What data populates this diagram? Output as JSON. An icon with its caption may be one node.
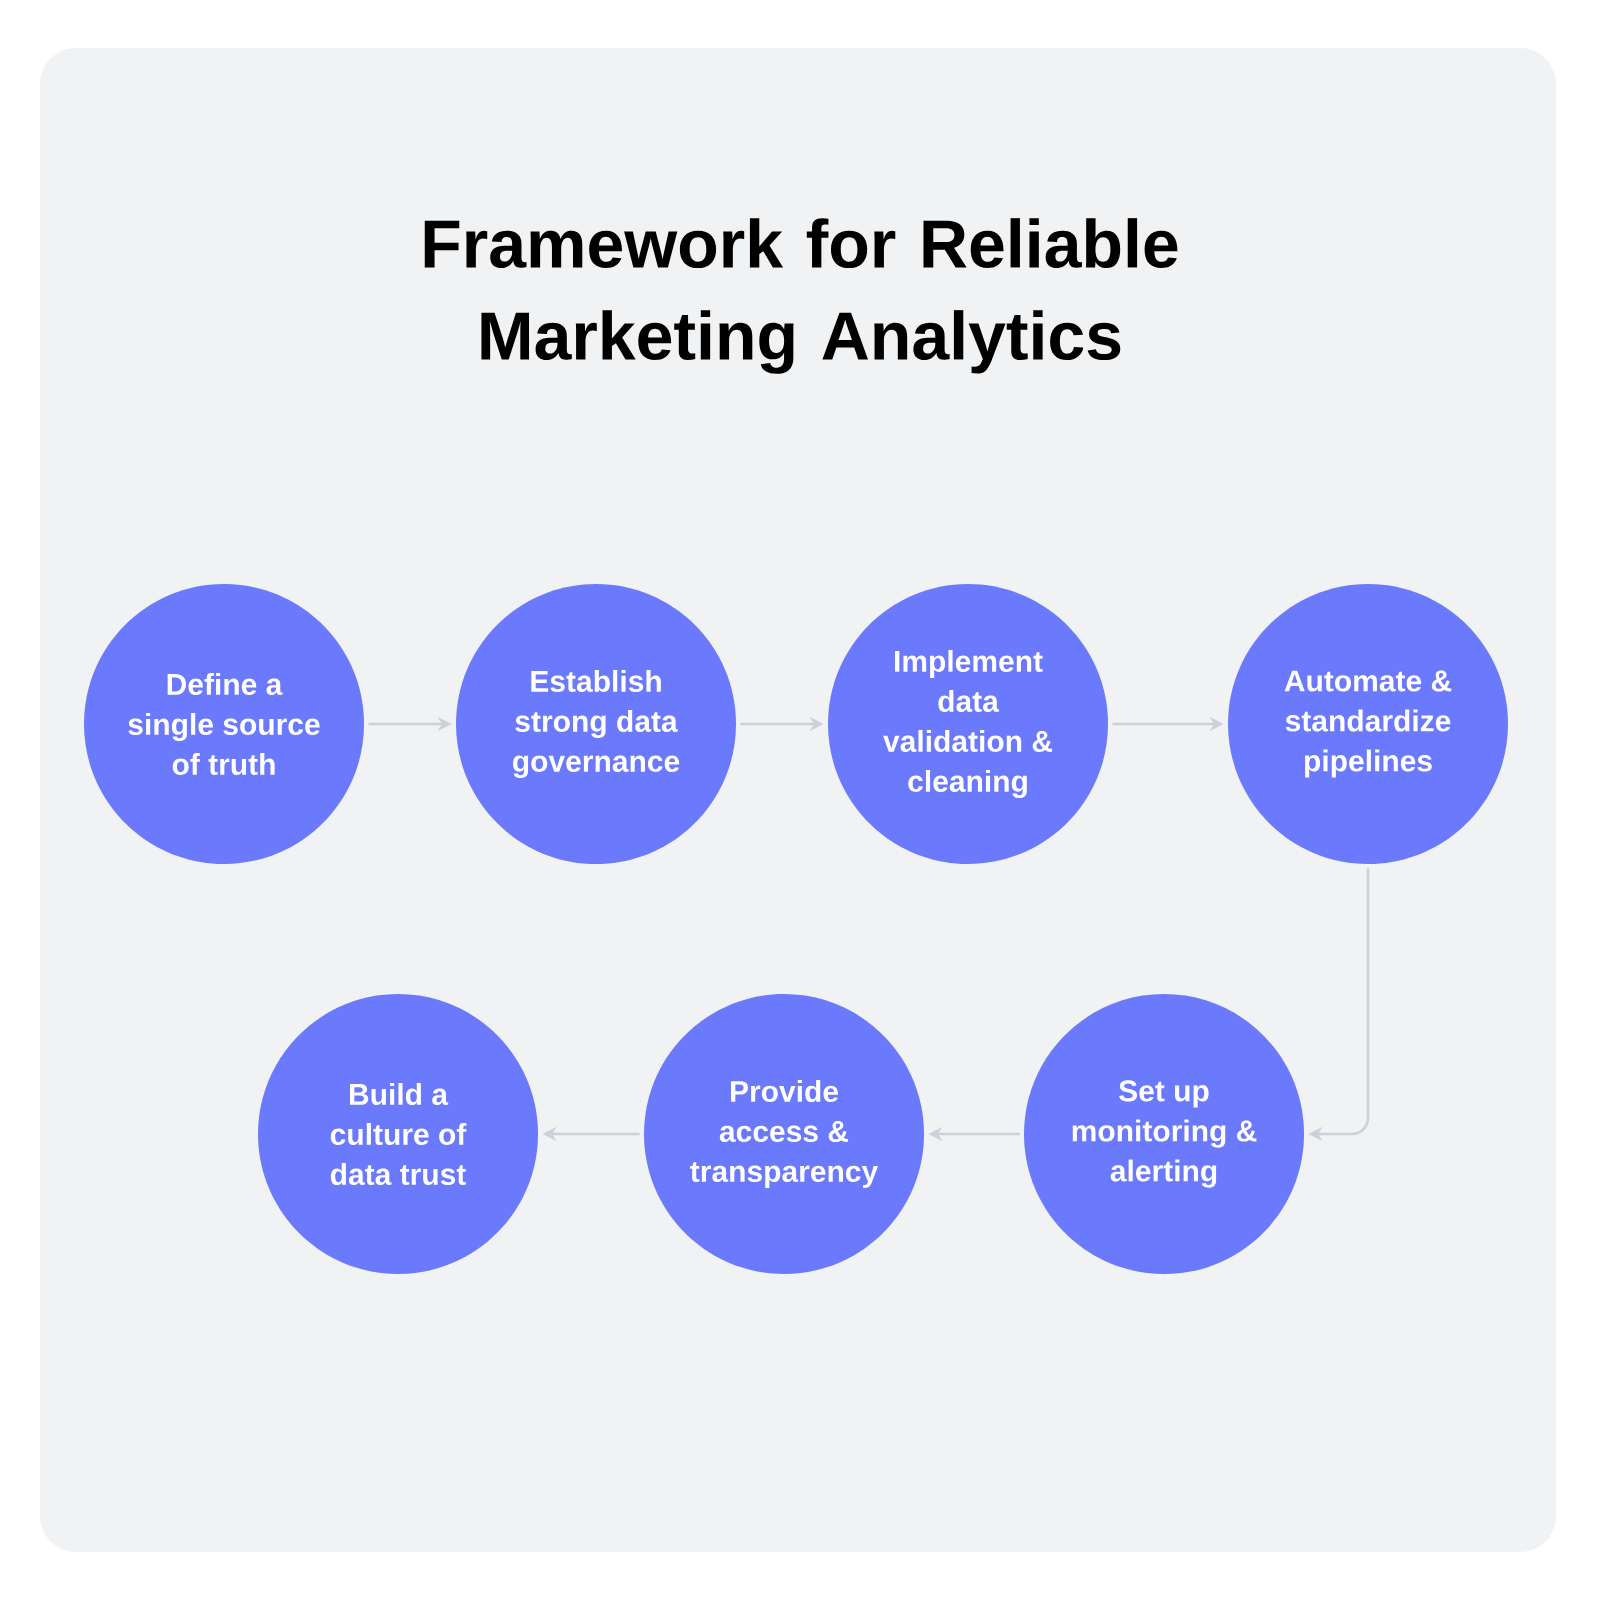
{
  "diagram": {
    "title": "Framework for Reliable Marketing Analytics",
    "nodes": [
      {
        "text": [
          "Define a single source of truth"
        ]
      },
      {
        "text": [
          "Establish strong data governance"
        ]
      },
      {
        "text": [
          "Implement data validation & cleaning"
        ]
      },
      {
        "text": [
          "Automate & standardize pipelines"
        ]
      },
      {
        "text": [
          "Set up monitoring & alerting"
        ]
      },
      {
        "text": [
          "Provide access & transparency"
        ]
      },
      {
        "text": [
          "Build a culture of data trust"
        ]
      }
    ],
    "edges": [
      {
        "from": 0,
        "to": 1,
        "arrow": "to"
      },
      {
        "from": 1,
        "to": 2,
        "arrow": "to"
      },
      {
        "from": 2,
        "to": 3,
        "arrow": "to"
      },
      {
        "from": 3,
        "to": 4,
        "arrow": "to"
      },
      {
        "from": 4,
        "to": 5,
        "arrow": "to"
      },
      {
        "from": 5,
        "to": 6,
        "arrow": "to"
      }
    ]
  }
}
